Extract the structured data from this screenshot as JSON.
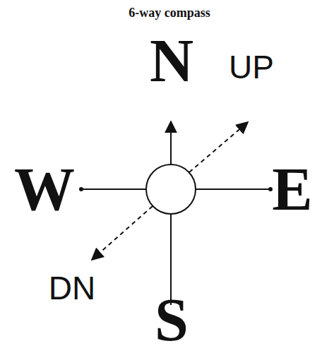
{
  "diagram": {
    "title": "6-way compass",
    "labels": [
      "N",
      "UP",
      "E",
      "S",
      "DN",
      "W"
    ]
  }
}
